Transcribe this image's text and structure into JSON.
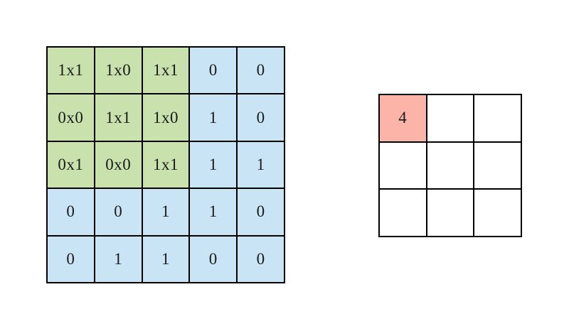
{
  "diagram": {
    "description": "2D convolution illustration: 5x5 binary input with 3x3 kernel overlap (element-wise products shown) producing first output value",
    "colors": {
      "kernel_overlay_green": "#c8e1ad",
      "input_blue": "#c9e4f5",
      "output_highlight_pink": "#fcb4a8",
      "empty_white": "#ffffff",
      "grid_border": "#000000",
      "text": "#1a1a1a",
      "background": "#ffffff"
    },
    "input_matrix": {
      "rows": 5,
      "cols": 5,
      "cells": [
        [
          {
            "text": "1x1",
            "fill": "green"
          },
          {
            "text": "1x0",
            "fill": "green"
          },
          {
            "text": "1x1",
            "fill": "green"
          },
          {
            "text": "0",
            "fill": "blue"
          },
          {
            "text": "0",
            "fill": "blue"
          }
        ],
        [
          {
            "text": "0x0",
            "fill": "green"
          },
          {
            "text": "1x1",
            "fill": "green"
          },
          {
            "text": "1x0",
            "fill": "green"
          },
          {
            "text": "1",
            "fill": "blue"
          },
          {
            "text": "0",
            "fill": "blue"
          }
        ],
        [
          {
            "text": "0x1",
            "fill": "green"
          },
          {
            "text": "0x0",
            "fill": "green"
          },
          {
            "text": "1x1",
            "fill": "green"
          },
          {
            "text": "1",
            "fill": "blue"
          },
          {
            "text": "1",
            "fill": "blue"
          }
        ],
        [
          {
            "text": "0",
            "fill": "blue"
          },
          {
            "text": "0",
            "fill": "blue"
          },
          {
            "text": "1",
            "fill": "blue"
          },
          {
            "text": "1",
            "fill": "blue"
          },
          {
            "text": "0",
            "fill": "blue"
          }
        ],
        [
          {
            "text": "0",
            "fill": "blue"
          },
          {
            "text": "1",
            "fill": "blue"
          },
          {
            "text": "1",
            "fill": "blue"
          },
          {
            "text": "0",
            "fill": "blue"
          },
          {
            "text": "0",
            "fill": "blue"
          }
        ]
      ]
    },
    "output_matrix": {
      "rows": 3,
      "cols": 3,
      "cells": [
        [
          {
            "text": "4",
            "fill": "pink"
          },
          {
            "text": "",
            "fill": "white"
          },
          {
            "text": "",
            "fill": "white"
          }
        ],
        [
          {
            "text": "",
            "fill": "white"
          },
          {
            "text": "",
            "fill": "white"
          },
          {
            "text": "",
            "fill": "white"
          }
        ],
        [
          {
            "text": "",
            "fill": "white"
          },
          {
            "text": "",
            "fill": "white"
          },
          {
            "text": "",
            "fill": "white"
          }
        ]
      ]
    }
  }
}
